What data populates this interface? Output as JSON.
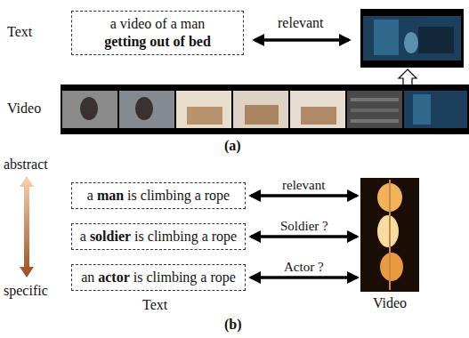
{
  "diagram": {
    "nodes": [
      {
        "text": [
          "a video of a man getting out of bed"
        ]
      },
      {
        "text": [
          "a man is climbing a rope"
        ]
      },
      {
        "text": [
          "a soldier is climbing a rope"
        ]
      },
      {
        "text": [
          "an actor is climbing a rope"
        ]
      },
      {
        "text": [
          "Video"
        ]
      }
    ],
    "edges": [
      {
        "from": 1,
        "to": 4,
        "label": "relevant",
        "arrow": "both"
      },
      {
        "from": 2,
        "to": 4,
        "label": "Soldier ?",
        "arrow": "both"
      },
      {
        "from": 3,
        "to": 4,
        "label": "Actor ?",
        "arrow": "both"
      }
    ],
    "labels": [
      "Text",
      "relevant",
      "Video",
      "(a)",
      "abstract",
      "specific",
      "Text",
      "(b)"
    ]
  }
}
